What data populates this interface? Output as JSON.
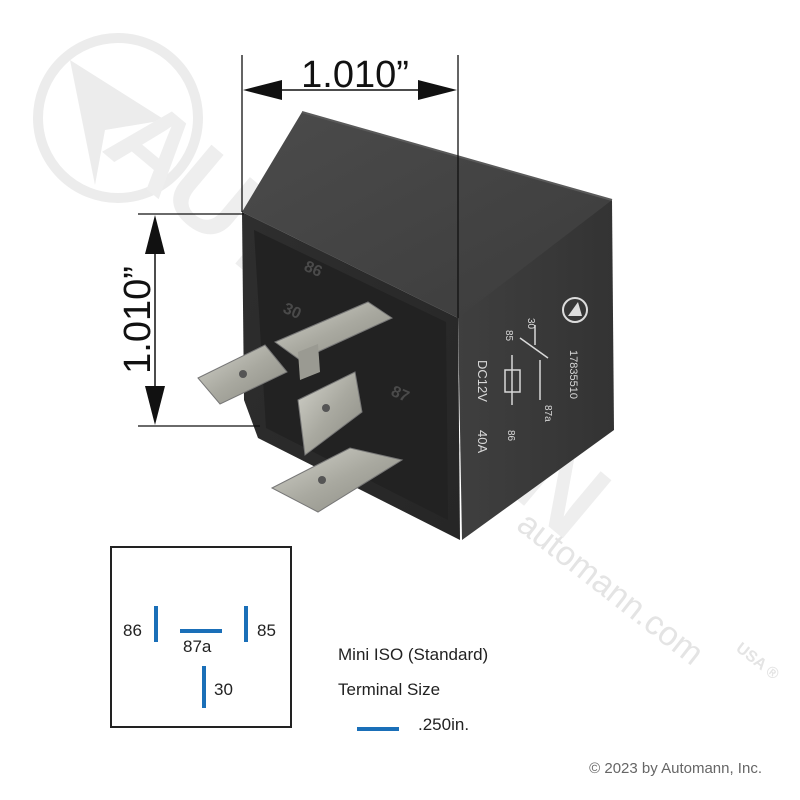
{
  "dimensions": {
    "width_label": "1.010”",
    "height_label": "1.010”"
  },
  "pinout": {
    "pin_86": "86",
    "pin_87a": "87a",
    "pin_85": "85",
    "pin_30": "30"
  },
  "info": {
    "type_label": "Mini ISO (Standard)",
    "terminal_label": "Terminal Size",
    "terminal_value": ".250in."
  },
  "relay_markings": {
    "pin_86_top": "86",
    "pin_30": "30",
    "pin_87": "87",
    "part_number": "17835510",
    "voltage": "DC12V",
    "current": "40A",
    "diagram_30": "30",
    "diagram_85": "85",
    "diagram_87a": "87a",
    "diagram_86": "86"
  },
  "watermark": {
    "brand": "AUTOMANN",
    "url": "automann.com",
    "suffix": "USA"
  },
  "copyright": "© 2023 by Automann, Inc.",
  "colors": {
    "relay_body": "#3a3a3a",
    "relay_top": "#464646",
    "terminal_metal": "#b8b8b0",
    "pin_bar": "#1a6fb8",
    "watermark": "#e6e6e6"
  }
}
